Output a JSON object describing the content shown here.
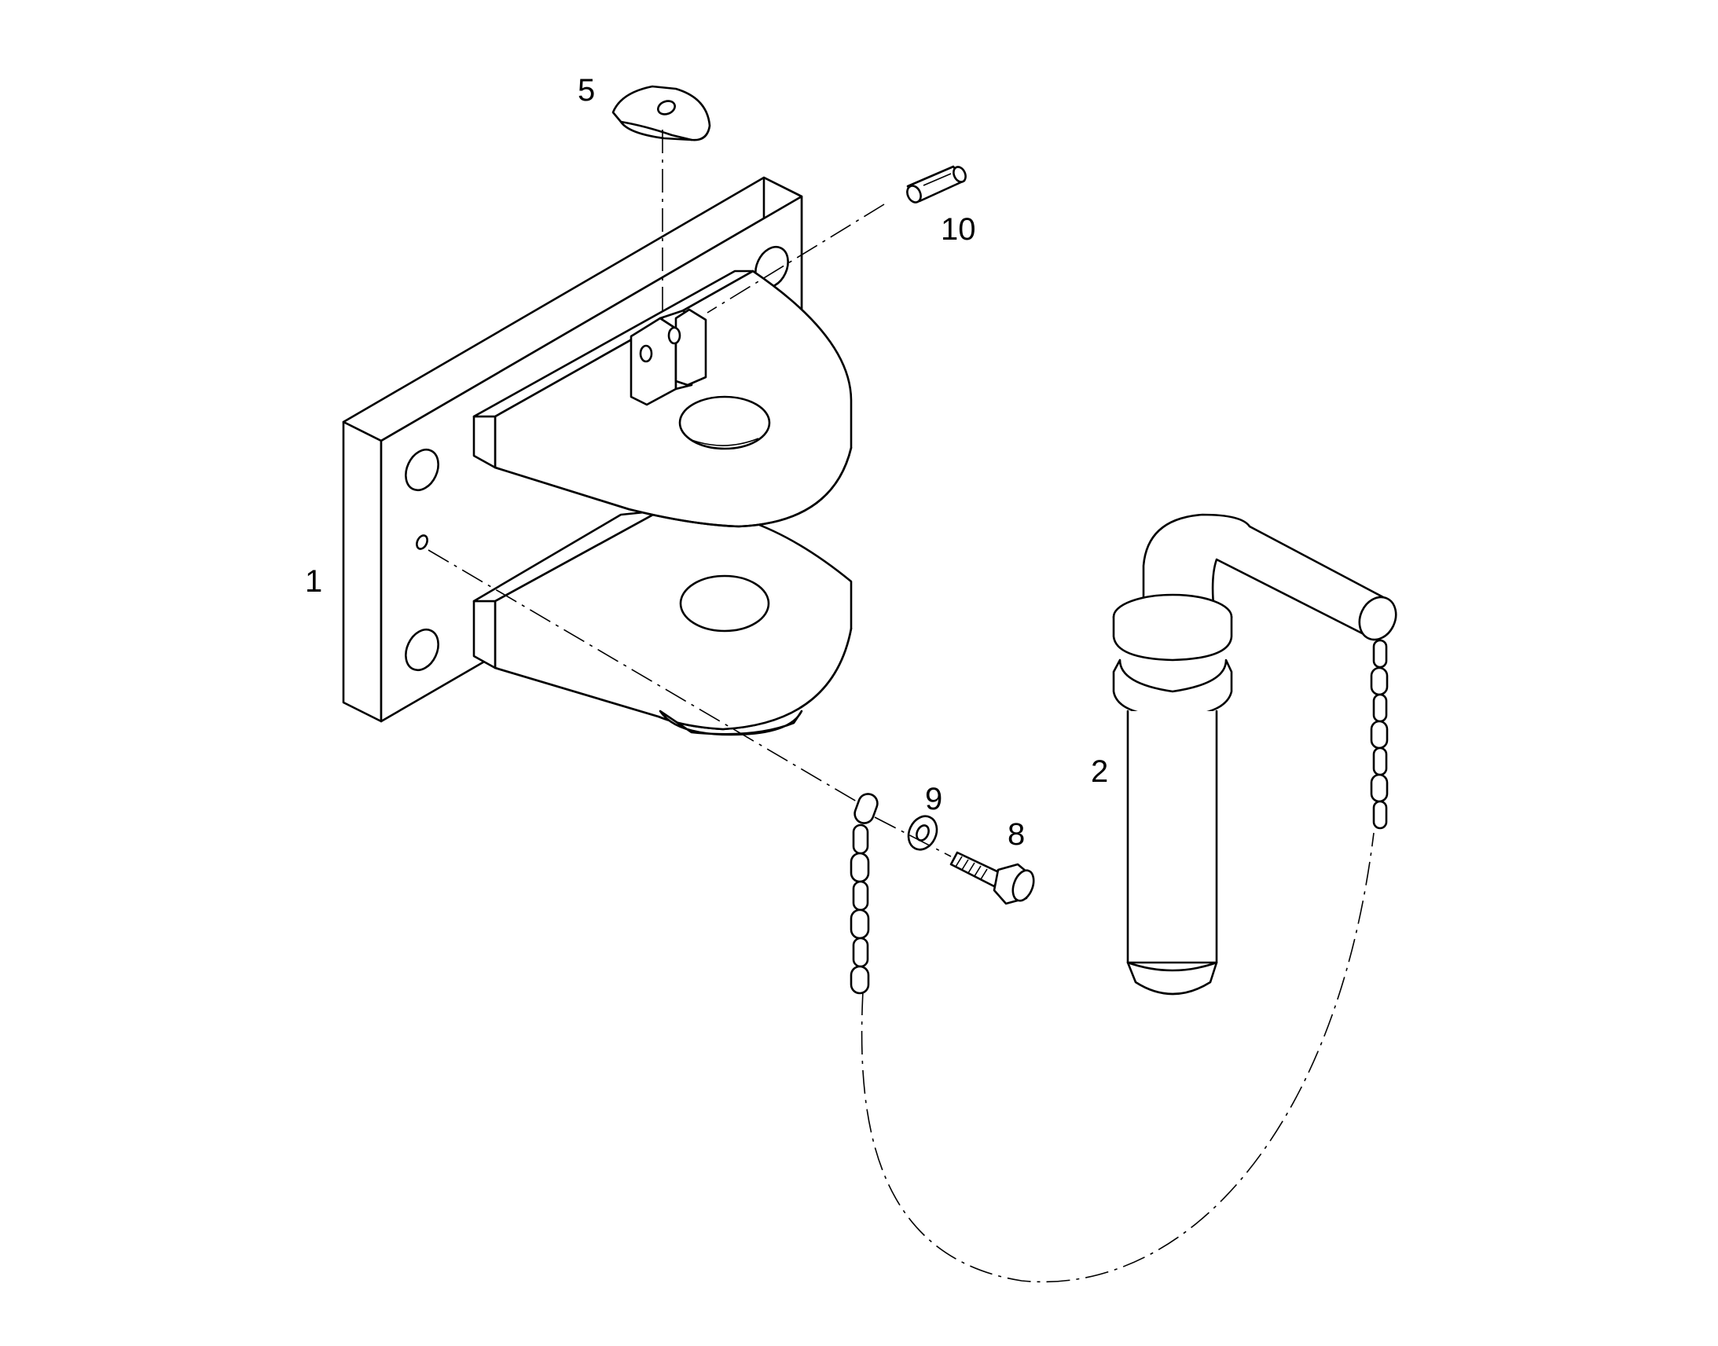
{
  "colors": {
    "line": "#000000",
    "background": "#ffffff"
  },
  "callouts": [
    {
      "id": "1",
      "label": "1"
    },
    {
      "id": "2",
      "label": "2"
    },
    {
      "id": "5",
      "label": "5"
    },
    {
      "id": "8",
      "label": "8"
    },
    {
      "id": "9",
      "label": "9"
    },
    {
      "id": "10",
      "label": "10"
    }
  ]
}
